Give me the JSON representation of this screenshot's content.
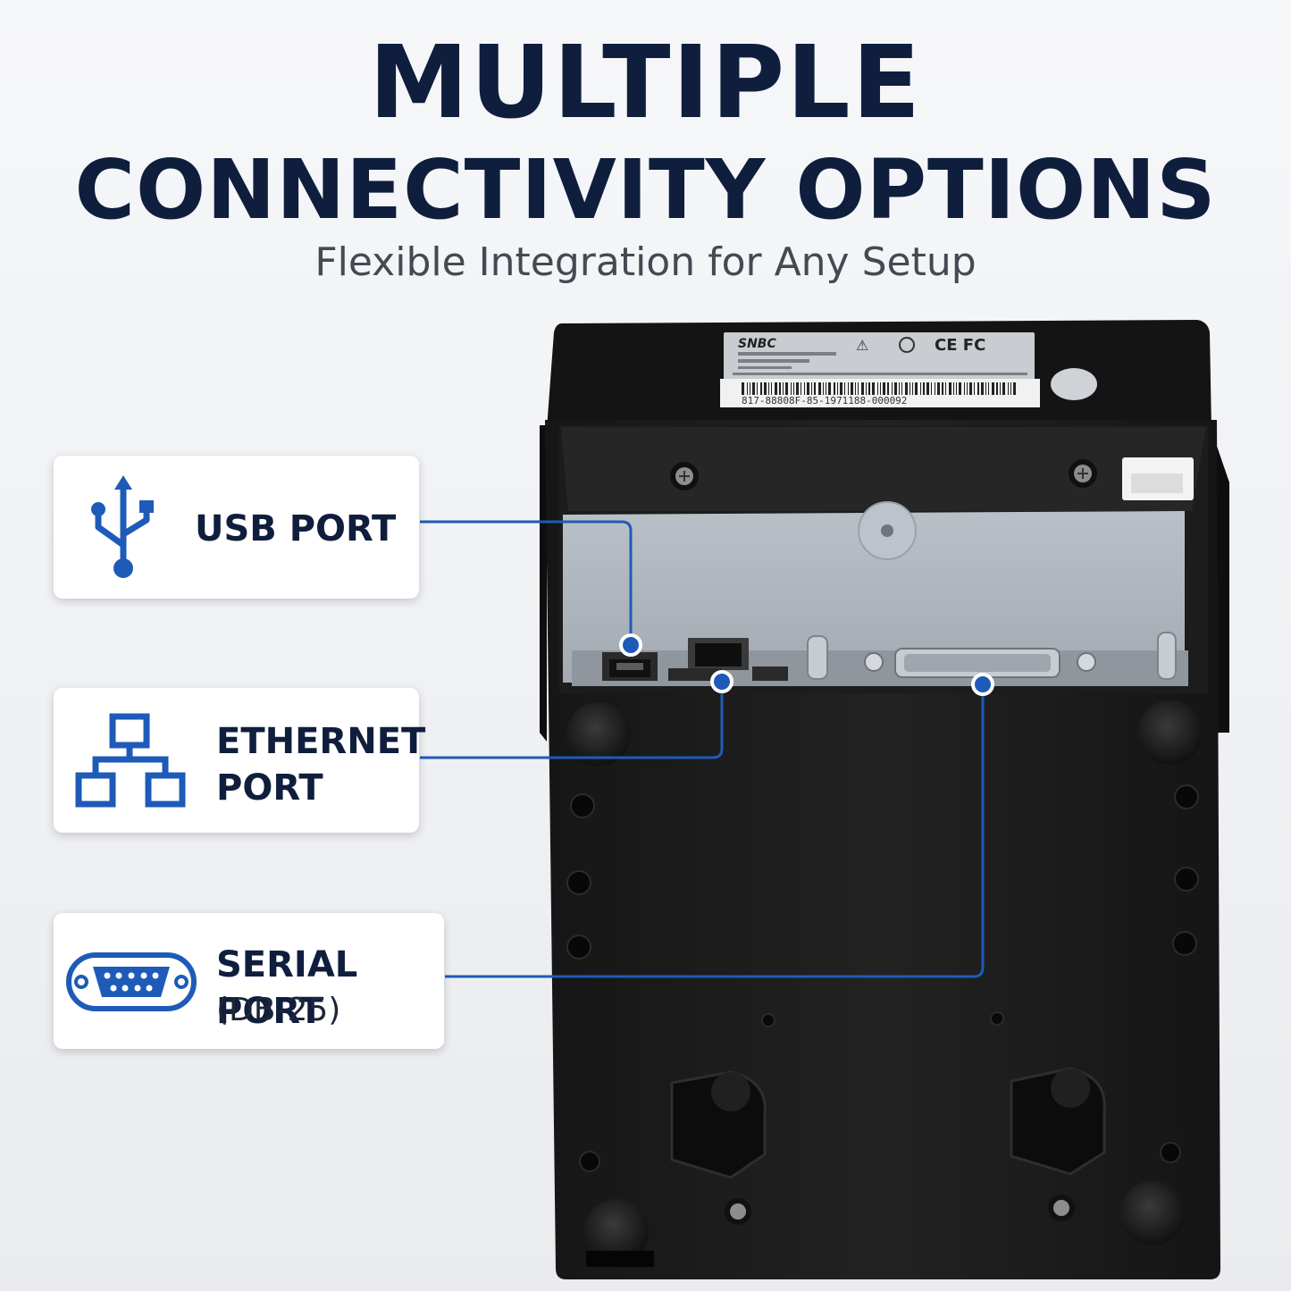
{
  "header": {
    "title_line1": "MULTIPLE",
    "title_line2": "CONNECTIVITY OPTIONS",
    "subtitle": "Flexible Integration for Any Setup"
  },
  "ports": [
    {
      "label": "USB PORT",
      "icon": "usb-icon"
    },
    {
      "label_line1": "ETHERNET",
      "label_line2": "PORT",
      "icon": "ethernet-network-icon"
    },
    {
      "label": "SERIAL PORT",
      "sublabel": "(DB-25)",
      "icon": "serial-port-icon"
    }
  ],
  "device_label": {
    "brand": "SNBC",
    "barcode_text": "817-88808F-85-1971188-000092"
  },
  "colors": {
    "title": "#0f1e3d",
    "accent_blue": "#1e5bb8",
    "device_body": "#1a1a1a"
  }
}
